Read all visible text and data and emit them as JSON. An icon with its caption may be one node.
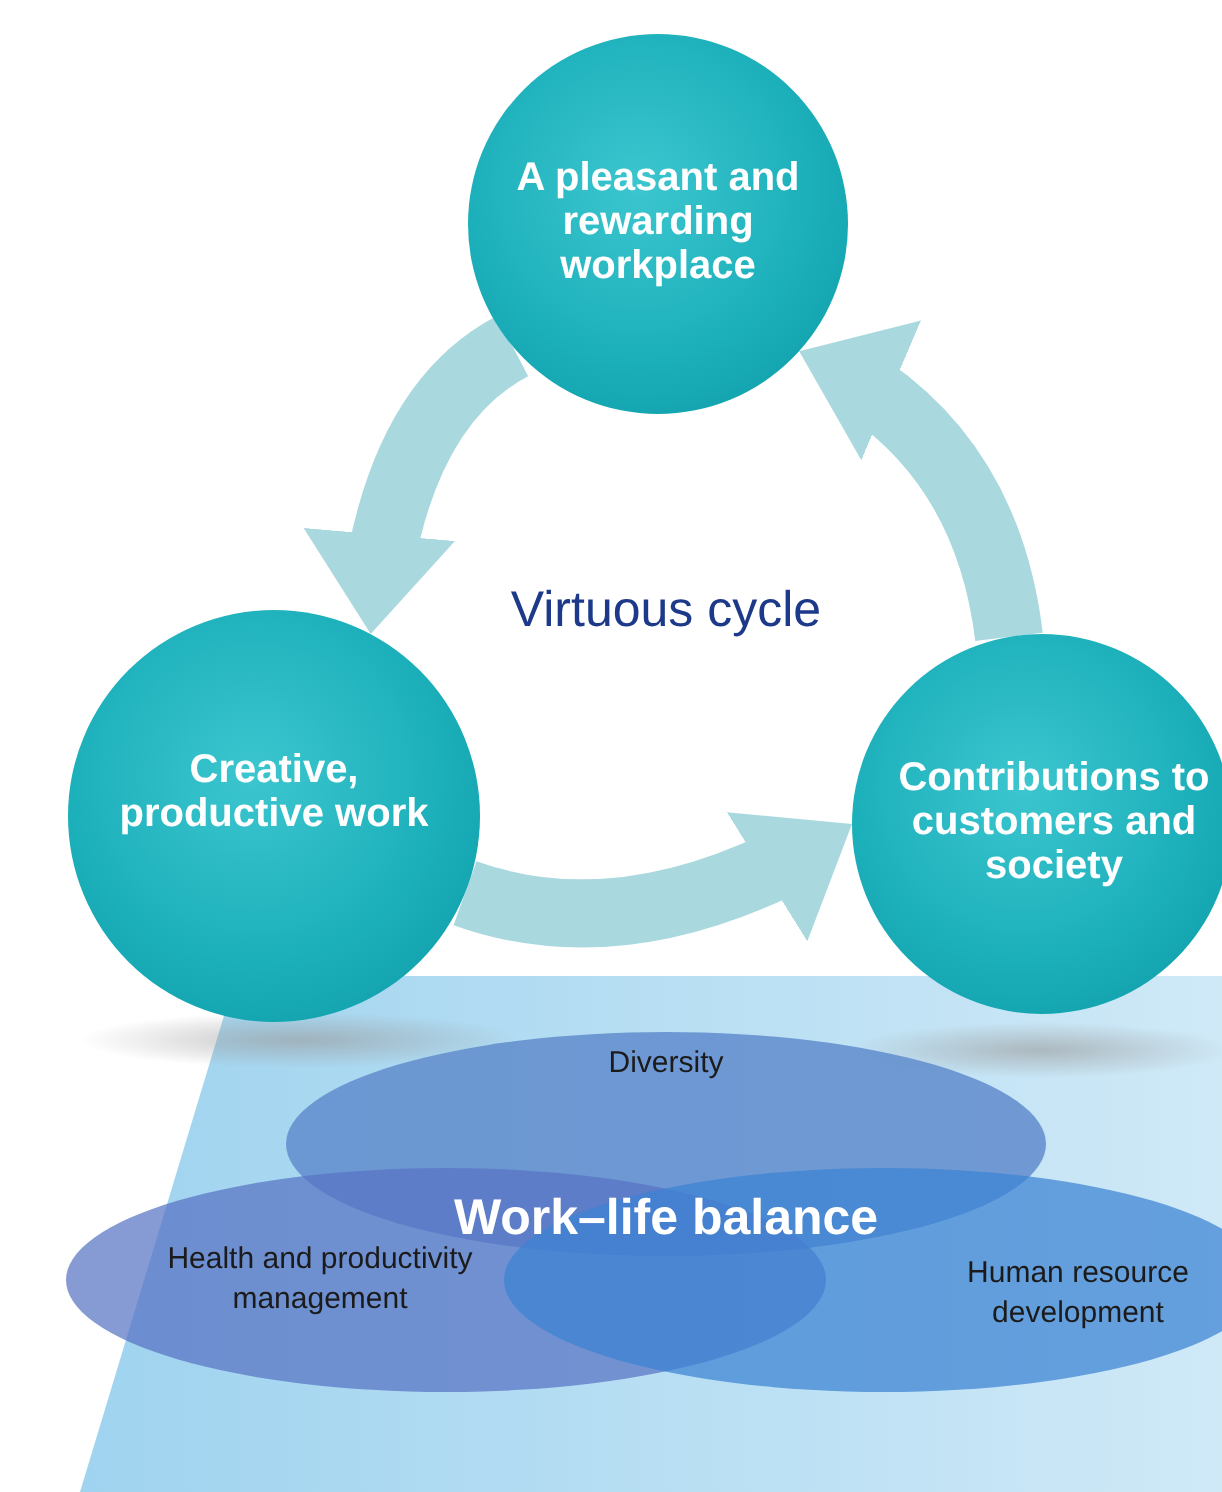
{
  "diagram": {
    "nodes": [
      {
        "text": [
          "A pleasant and rewarding workplace"
        ]
      },
      {
        "text": [
          "Creative, productive work"
        ]
      },
      {
        "text": [
          "Contributions to customers and society"
        ]
      },
      {
        "text": [
          "Diversity"
        ]
      },
      {
        "text": [
          "Health and productivity management"
        ]
      },
      {
        "text": [
          "Human resource development"
        ]
      }
    ],
    "edges": [
      {
        "from": 0,
        "to": 1,
        "arrow": "to"
      },
      {
        "from": 1,
        "to": 2,
        "arrow": "to"
      },
      {
        "from": 2,
        "to": 0,
        "arrow": "to"
      }
    ],
    "labels": [
      "Virtuous cycle",
      "Work–life balance"
    ]
  }
}
